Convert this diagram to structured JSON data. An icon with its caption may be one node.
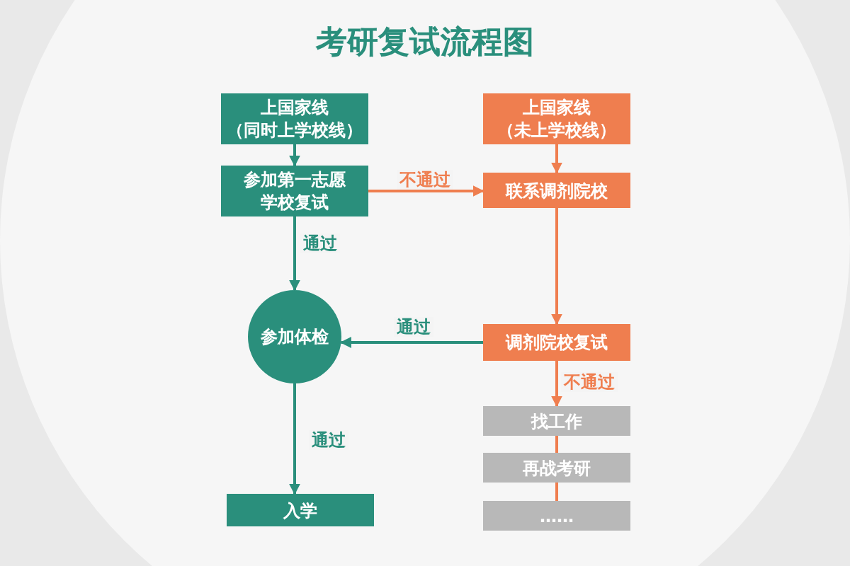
{
  "diagram": {
    "title": "考研复试流程图",
    "nodes": [
      {
        "text": [
          "上国家线",
          "（同时上学校线）"
        ]
      },
      {
        "text": [
          "参加第一志愿学校复试"
        ]
      },
      {
        "text": [
          "上国家线",
          "（未上学校线）"
        ]
      },
      {
        "text": [
          "联系调剂院校"
        ]
      },
      {
        "text": [
          "参加体检"
        ]
      },
      {
        "text": [
          "调剂院校复试"
        ]
      },
      {
        "text": [
          "找工作"
        ]
      },
      {
        "text": [
          "再战考研"
        ]
      },
      {
        "text": [
          "……"
        ]
      },
      {
        "text": [
          "入学"
        ]
      }
    ],
    "edges": [
      {
        "from": 0,
        "to": 1,
        "arrow": "to",
        "color": "#2a8f7c"
      },
      {
        "from": 1,
        "to": 3,
        "arrow": "to",
        "label": "不通过",
        "color": "#ef7e4f"
      },
      {
        "from": 1,
        "to": 4,
        "arrow": "to",
        "label": "通过",
        "color": "#2a8f7c"
      },
      {
        "from": 2,
        "to": 3,
        "arrow": "to",
        "color": "#ef7e4f"
      },
      {
        "from": 3,
        "to": 5,
        "arrow": "to",
        "color": "#ef7e4f"
      },
      {
        "from": 5,
        "to": 4,
        "arrow": "to",
        "label": "通过",
        "color": "#2a8f7c"
      },
      {
        "from": 4,
        "to": 9,
        "arrow": "to",
        "label": "通过",
        "color": "#2a8f7c"
      },
      {
        "from": 5,
        "to": 6,
        "arrow": "to",
        "label": "不通过",
        "color": "#ef7e4f"
      },
      {
        "from": 6,
        "to": 7,
        "arrow": "none",
        "color": "#ef7e4f"
      },
      {
        "from": 7,
        "to": 8,
        "arrow": "none",
        "color": "#ef7e4f"
      }
    ]
  }
}
